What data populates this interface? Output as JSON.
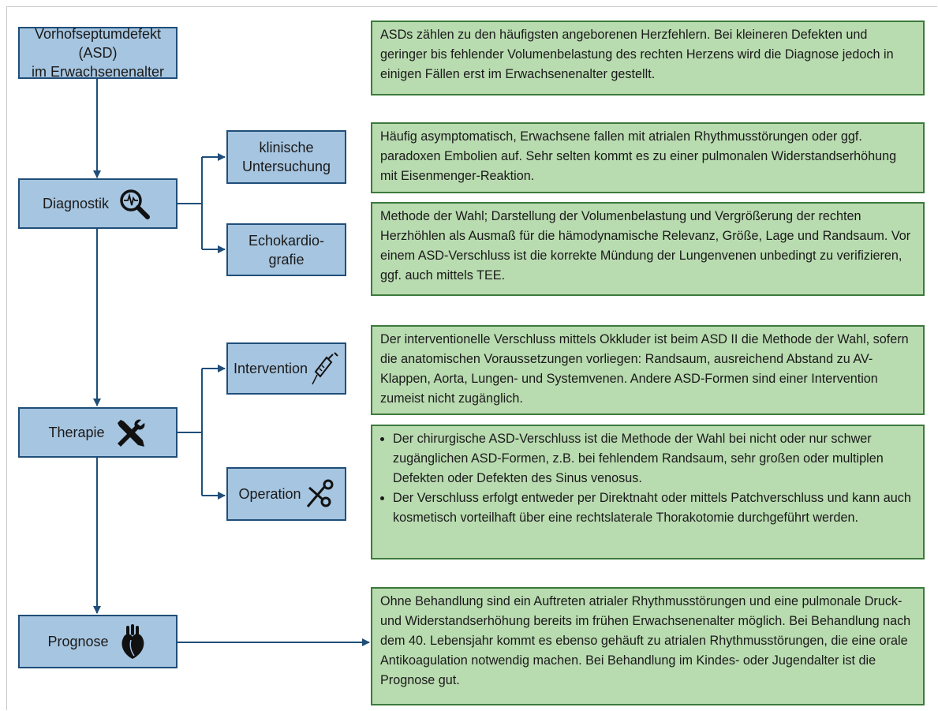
{
  "flow": {
    "title": "Vorhofseptumdefekt (ASD)\nim Erwachsenenalter",
    "diagnostik": "Diagnostik",
    "klinisch": "klinische\nUntersuchung",
    "echo": "Echokardio-\ngrafie",
    "therapie": "Therapie",
    "intervention": "Intervention",
    "operation": "Operation",
    "prognose": "Prognose"
  },
  "notes": {
    "intro": "ASDs zählen zu den häufigsten angeborenen Herzfehlern. Bei kleineren Defekten und geringer bis fehlender Volumenbelastung des rechten Herzens wird die Diagnose jedoch in einigen Fällen erst im Erwachsenenalter gestellt.",
    "klinisch": "Häufig asymptomatisch, Erwachsene fallen mit atrialen Rhythmusstörungen oder ggf. paradoxen Embolien auf. Sehr selten kommt es zu einer pulmonalen Widerstandserhöhung mit Eisenmenger-Reaktion.",
    "echo": "Methode der Wahl; Darstellung der Volumenbelastung und Vergrößerung der rechten Herzhöhlen als Ausmaß für die hämodynamische Relevanz, Größe, Lage und Randsaum. Vor einem ASD-Verschluss ist die korrekte Mündung der Lungenvenen unbedingt zu verifizieren, ggf. auch mittels TEE.",
    "intervention": "Der interventionelle Verschluss mittels Okkluder ist beim ASD II die Methode der Wahl, sofern die anatomischen Voraussetzungen vorliegen: Randsaum, ausreichend Abstand zu AV-Klappen, Aorta, Lungen- und Systemvenen. Andere ASD-Formen sind einer Intervention zumeist nicht zugänglich.",
    "operation_1": "Der chirurgische ASD-Verschluss ist die Methode der Wahl bei nicht oder nur schwer zugänglichen ASD-Formen, z.B. bei fehlendem Randsaum, sehr großen oder multiplen Defekten oder Defekten des Sinus venosus.",
    "operation_2": "Der Verschluss erfolgt entweder per Direktnaht oder mittels Patchverschluss und kann auch kosmetisch vorteilhaft über eine rechtslaterale Thorakotomie durchgeführt werden.",
    "prognose": "Ohne Behandlung sind ein Auftreten atrialer Rhythmusstörungen und eine pulmonale Druck- und Widerstandserhöhung bereits im frühen Erwachsenenalter möglich. Bei Behandlung nach dem 40. Lebensjahr kommt es ebenso gehäuft zu atrialen Rhythmusstörungen, die eine orale Antikoagulation notwendig machen. Bei Behandlung im Kindes- oder Jugendalter ist die Prognose gut."
  },
  "icons": {
    "diagnostik": "magnifier-ecg-icon",
    "therapie": "tools-icon",
    "intervention": "syringe-icon",
    "operation": "scissors-icon",
    "prognose": "heart-icon"
  },
  "colors": {
    "blue_box": "#a6c5e0",
    "blue_border": "#1f4e79",
    "green_box": "#b9dbb0",
    "green_border": "#3c7a3c"
  }
}
